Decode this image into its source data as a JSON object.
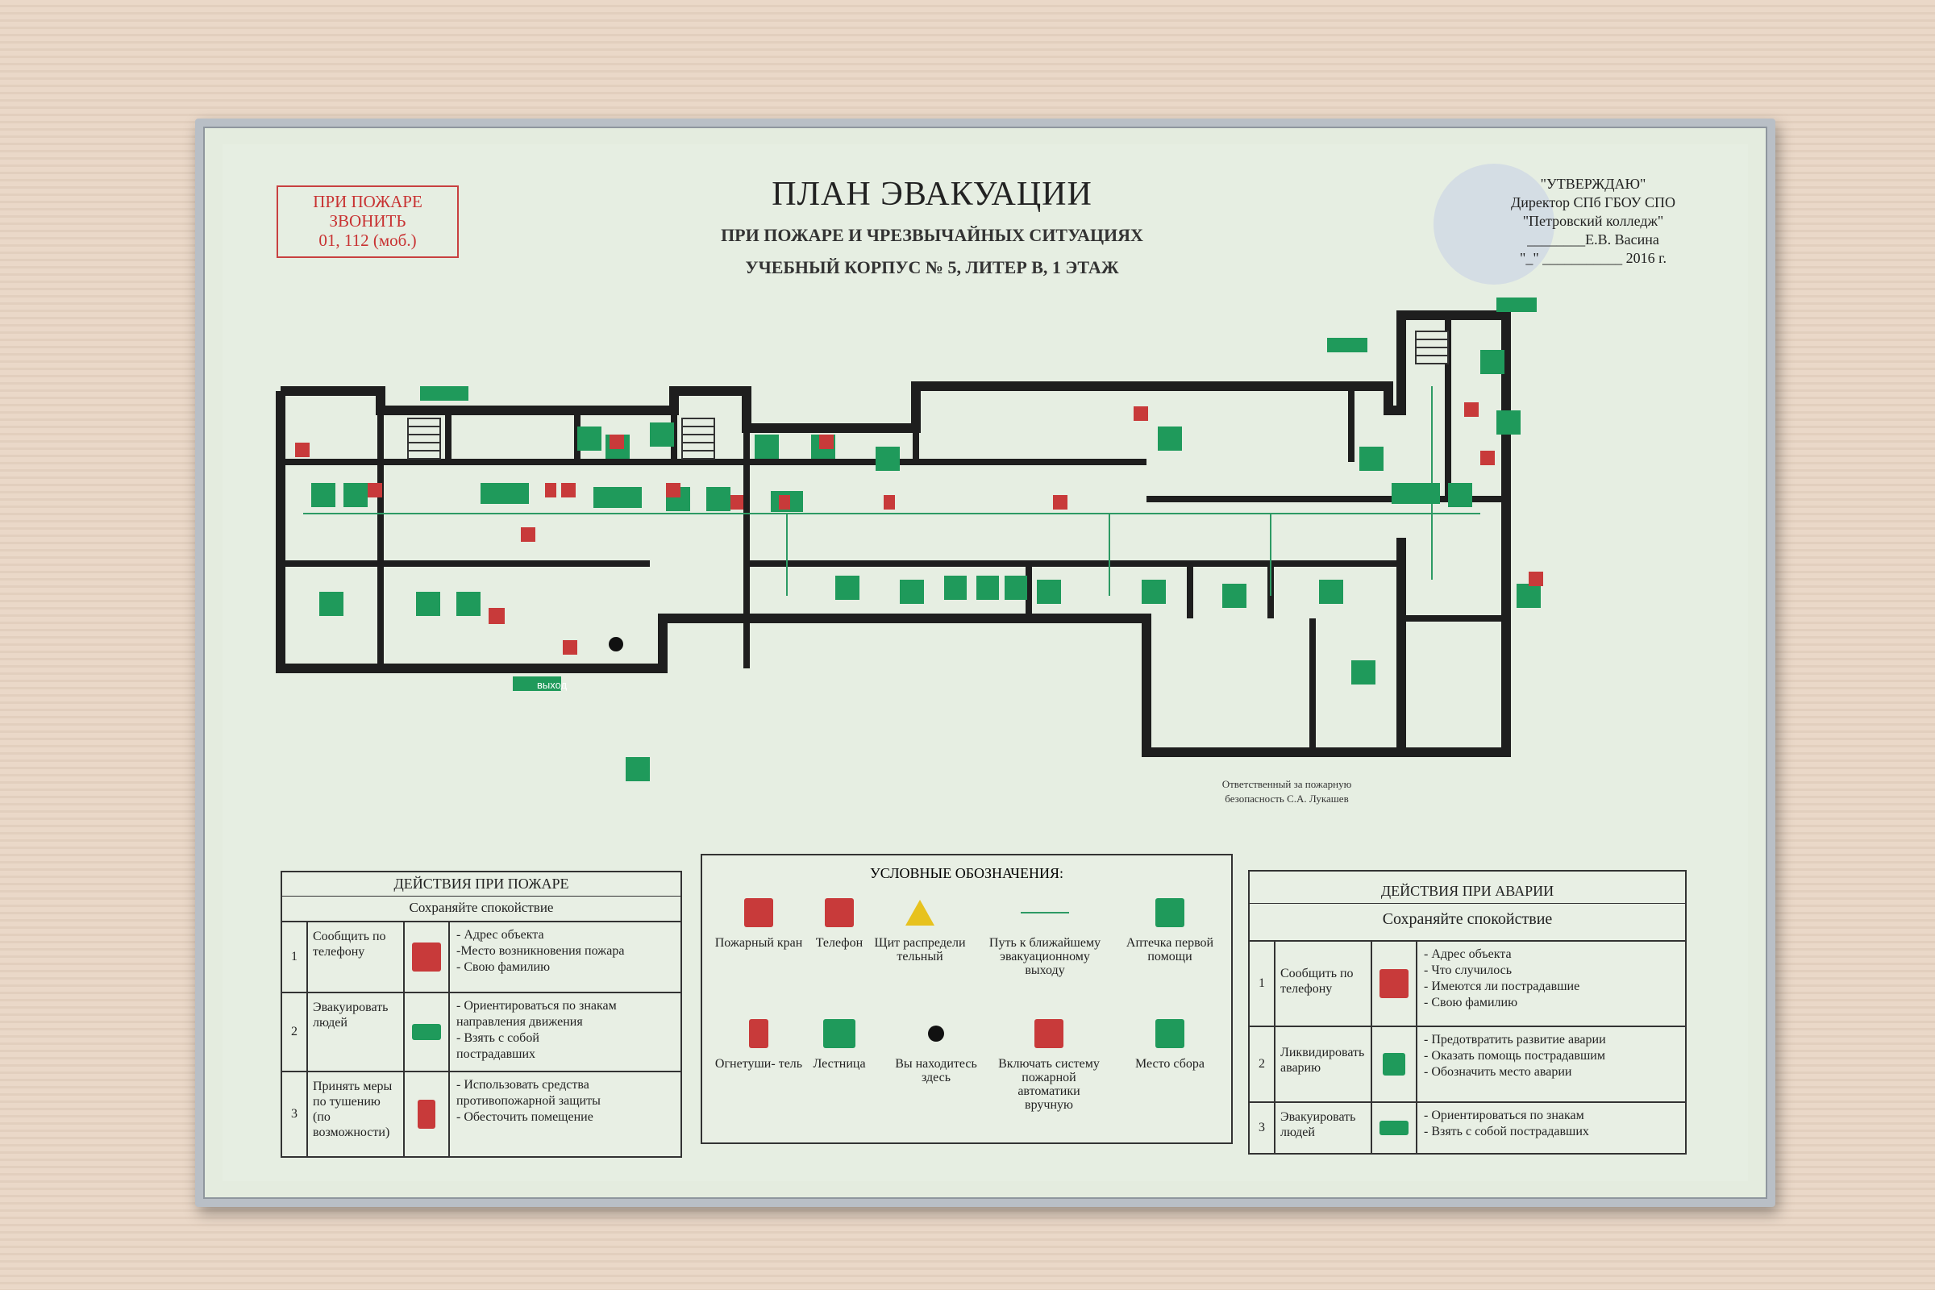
{
  "call_box": {
    "line1": "ПРИ ПОЖАРЕ",
    "line2": "ЗВОНИТЬ",
    "line3": "01, 112 (моб.)"
  },
  "title": "ПЛАН ЭВАКУАЦИИ",
  "subtitle": "ПРИ ПОЖАРЕ И ЧРЕЗВЫЧАЙНЫХ СИТУАЦИЯХ",
  "subtitle2": "УЧЕБНЫЙ КОРПУС № 5, ЛИТЕР В, 1 ЭТАЖ",
  "approval": {
    "line1": "\"УТВЕРЖДАЮ\"",
    "line2": "Директор СПб ГБОУ СПО",
    "line3": "\"Петровский колледж\"",
    "line4": "________Е.В. Васина",
    "line5": "\"_\" ___________ 2016 г."
  },
  "plan": {
    "exit_label": "выход"
  },
  "responsible": {
    "line1": "Ответственный за пожарную",
    "line2": "безопасность С.А. Лукашев"
  },
  "fire_actions": {
    "title": "ДЕЙСТВИЯ ПРИ ПОЖАРЕ",
    "subtitle": "Сохраняйте спокойствие",
    "rows": [
      {
        "num": "1",
        "action": "Сообщить по телефону",
        "icon": "phone-icon",
        "l1": "- Адрес объекта",
        "l2": "-Место возникновения пожара",
        "l3": "- Свою фамилию"
      },
      {
        "num": "2",
        "action": "Эвакуировать людей",
        "icon": "exit-sign-icon",
        "l1": "- Ориентироваться по знакам",
        "l2": "направления движения",
        "l3": "- Взять с собой",
        "l4": "пострадавших"
      },
      {
        "num": "3",
        "action": "Принять меры по тушению (по возможности)",
        "icon": "extinguisher-icon",
        "l1": "- Использовать средства",
        "l2": "противопожарной защиты",
        "l3": "- Обесточить помещение"
      }
    ]
  },
  "legend": {
    "title": "УСЛОВНЫЕ ОБОЗНАЧЕНИЯ:",
    "items": {
      "hydrant": "Пожарный кран",
      "phone": "Телефон",
      "panel": "Щит распредели тельный",
      "path": "Путь к ближайшему эвакуационному выходу",
      "firstaid": "Аптечка первой помощи",
      "extinguisher": "Огнетуши- тель",
      "stairs": "Лестница",
      "here": "Вы находитесь здесь",
      "alarm": "Включать систему пожарной автоматики вручную",
      "assembly": "Место сбора"
    }
  },
  "accident_actions": {
    "title": "ДЕЙСТВИЯ ПРИ АВАРИИ",
    "subtitle": "Сохраняйте спокойствие",
    "rows": [
      {
        "num": "1",
        "action": "Сообщить по телефону",
        "icon": "phone-icon",
        "l1": "- Адрес объекта",
        "l2": "- Что случилось",
        "l3": "- Имеются ли пострадавшие",
        "l4": "- Свою фамилию"
      },
      {
        "num": "2",
        "action": "Ликвидировать аварию",
        "icon": "first-aid-icon",
        "l1": "- Предотвратить развитие аварии",
        "l2": "- Оказать помощь пострадавшим",
        "l3": "- Обозначить место аварии"
      },
      {
        "num": "3",
        "action": "Эвакуировать людей",
        "icon": "exit-sign-icon",
        "l1": "- Ориентироваться по знакам",
        "l2": "- Взять с собой пострадавших"
      }
    ]
  },
  "colors": {
    "wall": "#1e1e1e",
    "sign_green": "#1f9a5b",
    "sign_red": "#c83a3a",
    "sheet": "#e6eee2"
  }
}
